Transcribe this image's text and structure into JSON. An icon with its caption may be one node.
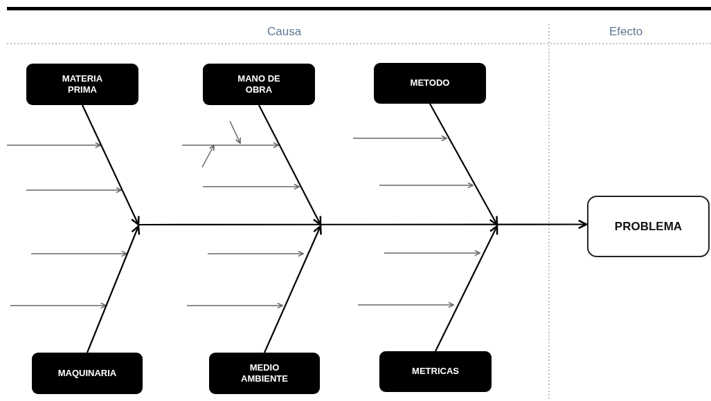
{
  "diagram": {
    "nodes": [
      {
        "text": [
          "MATERIA PRIMA"
        ]
      },
      {
        "text": [
          "MANO DE OBRA"
        ]
      },
      {
        "text": [
          "METODO"
        ]
      },
      {
        "text": [
          "MAQUINARIA"
        ]
      },
      {
        "text": [
          "MEDIO AMBIENTE"
        ]
      },
      {
        "text": [
          "METRICAS"
        ]
      },
      {
        "text": [
          "PROBLEMA"
        ]
      }
    ],
    "edges": [
      {
        "from": 0,
        "to": null,
        "arrow": "to"
      },
      {
        "from": 1,
        "to": null,
        "arrow": "to"
      },
      {
        "from": 2,
        "to": null,
        "arrow": "to"
      },
      {
        "from": 3,
        "to": null,
        "arrow": "to"
      },
      {
        "from": 4,
        "to": null,
        "arrow": "to"
      },
      {
        "from": 5,
        "to": null,
        "arrow": "to"
      },
      {
        "from": null,
        "to": 6,
        "arrow": "to"
      }
    ],
    "labels": [
      "Causa",
      "Efecto"
    ]
  }
}
